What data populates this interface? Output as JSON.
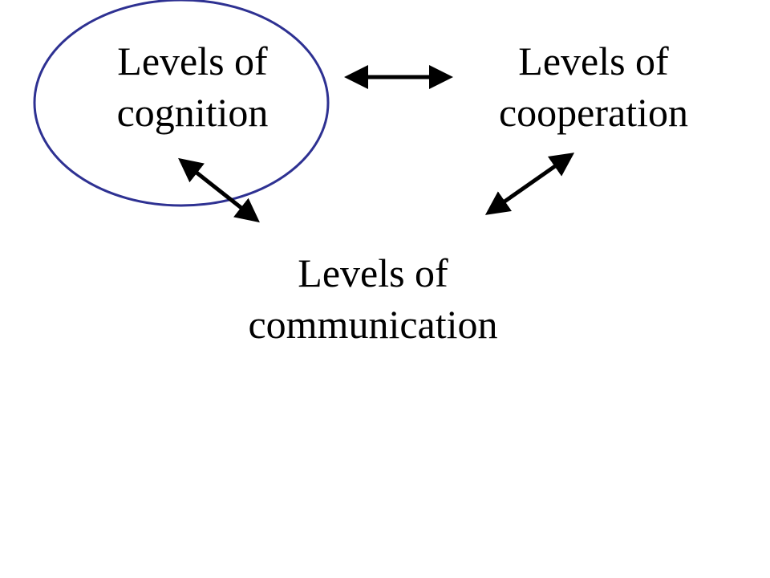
{
  "diagram": {
    "nodes": {
      "cognition": {
        "line1": "Levels of",
        "line2": "cognition"
      },
      "cooperation": {
        "line1": "Levels of",
        "line2": "cooperation"
      },
      "communication": {
        "line1": "Levels of",
        "line2": "communication"
      }
    },
    "edges": [
      {
        "from": "cognition",
        "to": "cooperation",
        "direction": "bidirectional"
      },
      {
        "from": "cognition",
        "to": "communication",
        "direction": "bidirectional"
      },
      {
        "from": "cooperation",
        "to": "communication",
        "direction": "bidirectional"
      }
    ],
    "highlight": {
      "node": "cognition",
      "shape": "ellipse"
    },
    "colors": {
      "highlight": "#2e3192",
      "arrow": "#000000",
      "text": "#000000",
      "background": "#ffffff"
    }
  }
}
